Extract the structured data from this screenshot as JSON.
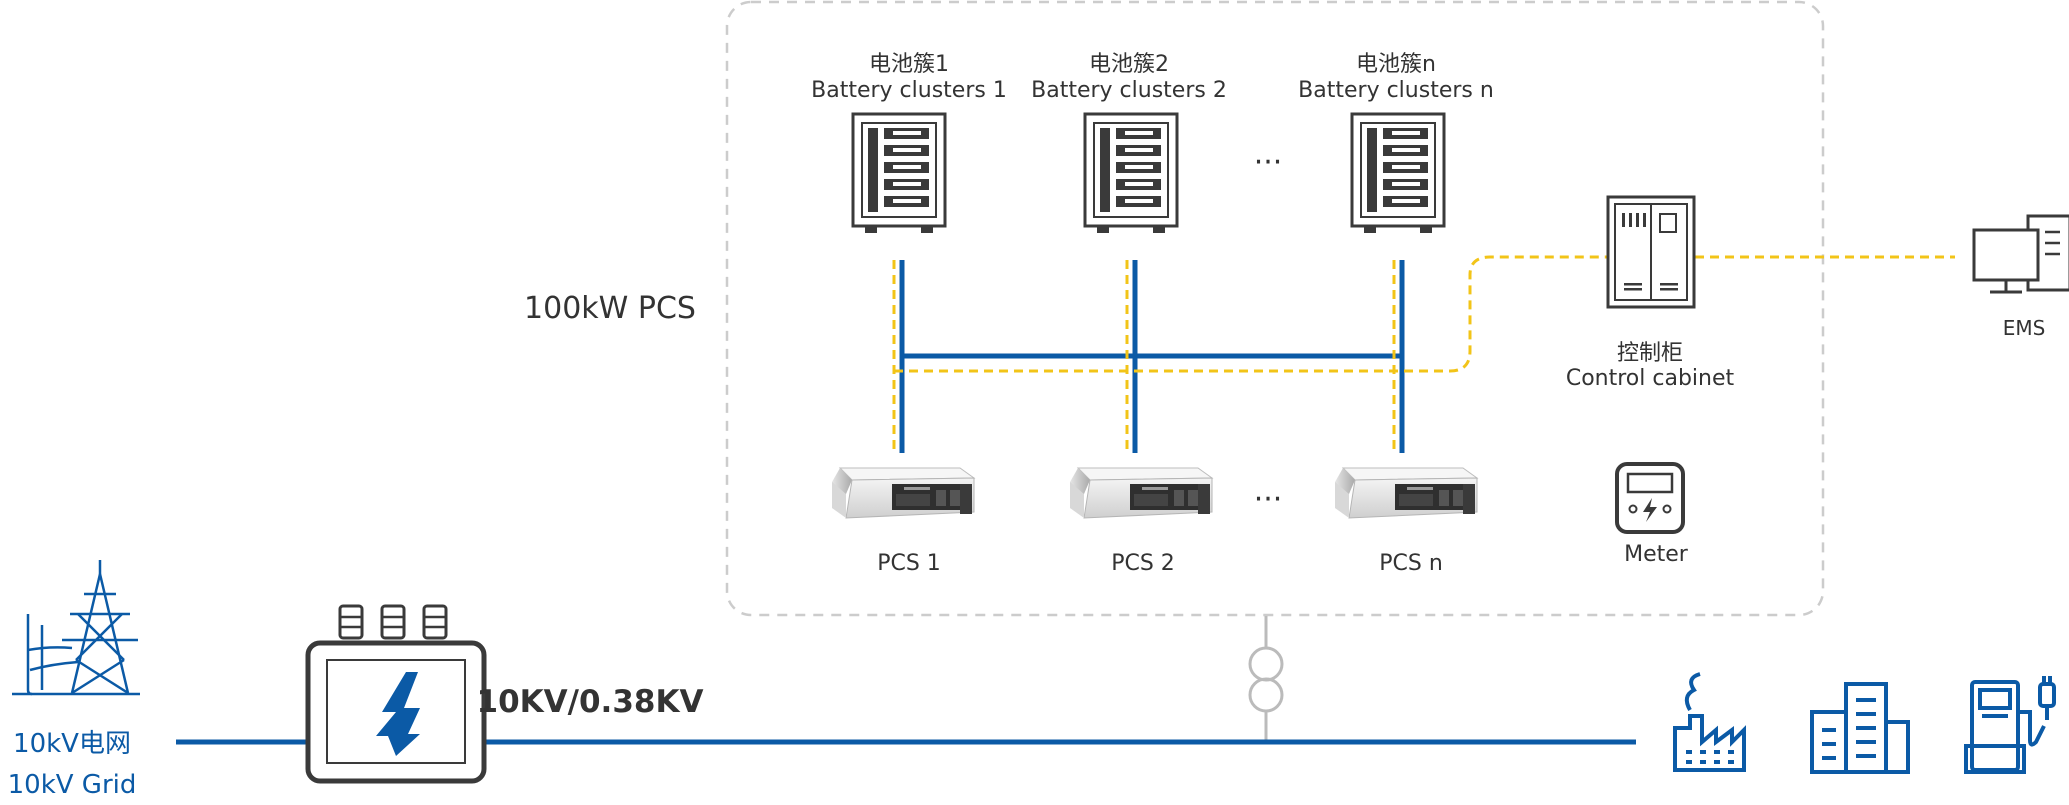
{
  "labels": {
    "cluster1_cn": "电池簇1",
    "cluster1_en": "Battery clusters 1",
    "cluster2_cn": "电池簇2",
    "cluster2_en": "Battery clusters 2",
    "clustern_cn": "电池簇n",
    "clustern_en": "Battery clusters n",
    "ellipsis": "···",
    "pcs_rating": "100kW   PCS",
    "control_cn": "控制柜",
    "control_en": "Control cabinet",
    "ems": "EMS",
    "pcs1": "PCS 1",
    "pcs2": "PCS 2",
    "pcsn": "PCS n",
    "meter": "Meter",
    "voltage": "10KV/0.38KV",
    "grid_cn": "10kV电网",
    "grid_en": "10kV Grid"
  },
  "colors": {
    "power_line": "#0b5aa6",
    "comm_line": "#f2c418",
    "device": "#3a3a3a",
    "frame": "#cccccc",
    "load_icon": "#0b5aa6"
  },
  "icons": {
    "battery_cluster": "battery-rack-icon",
    "pcs": "pcs-unit-icon",
    "control_cabinet": "control-cabinet-icon",
    "ems": "computer-icon",
    "meter": "meter-icon",
    "grid": "transmission-tower-icon",
    "transformer": "transformer-icon",
    "loads": [
      "factory-icon",
      "building-icon",
      "ev-charger-icon"
    ]
  }
}
